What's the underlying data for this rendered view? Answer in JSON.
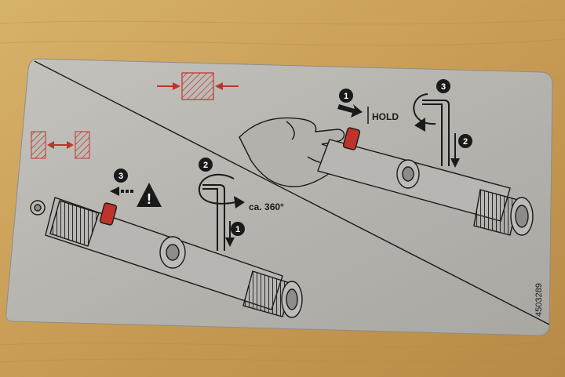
{
  "labels": {
    "hold": "HOLD",
    "rotation": "ca. 360°",
    "part_number": "4503289",
    "warning_symbol": "!"
  },
  "steps": {
    "top_hold": "1",
    "top_wrench": "3",
    "top_pull": "2",
    "bottom_wrench": "2",
    "bottom_push": "1",
    "bottom_release": "3"
  },
  "colors": {
    "table": "#c9a15a",
    "label_plate": "#b8b6b2",
    "ink": "#1a1a1a",
    "accent_red": "#c0332b"
  },
  "icons": [
    "compress-arrows-icon",
    "expand-arrows-icon",
    "warning-triangle-icon",
    "hex-key-icon",
    "hand-icon",
    "rotate-arrow-icon"
  ]
}
